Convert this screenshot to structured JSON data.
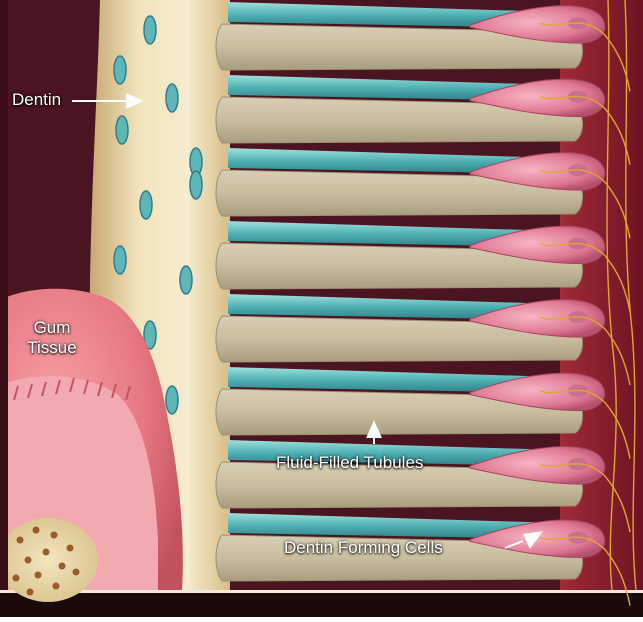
{
  "labels": {
    "dentin": "Dentin",
    "gum_line1": "Gum",
    "gum_line2": "Tissue",
    "tubules": "Fluid-Filled Tubules",
    "cells": "Dentin Forming Cells"
  },
  "colors": {
    "background": "#4a1420",
    "dentin_enamel": "#e8d7a8",
    "dentin_block": "#cbbfa3",
    "tubule": "#5fb6b8",
    "cell": "#e58aa0",
    "gum": "#e87c88",
    "gum_inner": "#f3a3a9",
    "nerve": "#e0a630",
    "pulp": "#8a1e2c",
    "label_text": "#ffffff"
  }
}
